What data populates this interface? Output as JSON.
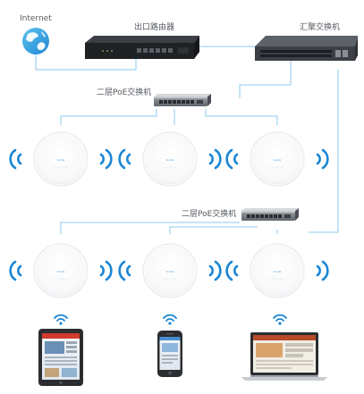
{
  "labels": {
    "internet": "Internet",
    "router": "出口路由器",
    "core_switch": "汇聚交换机",
    "poe_switch_1": "二层PoE交换机",
    "poe_switch_2": "二层PoE交换机"
  },
  "colors": {
    "link": "#8cc9ee",
    "wifi": "#1a86d6",
    "ap_body": "#ffffff",
    "ap_edge": "#e6e9ec",
    "device_dark": "#2b2d31"
  },
  "icons": {
    "internet": "globe-icon",
    "wifi": "wifi-signal-icon"
  }
}
